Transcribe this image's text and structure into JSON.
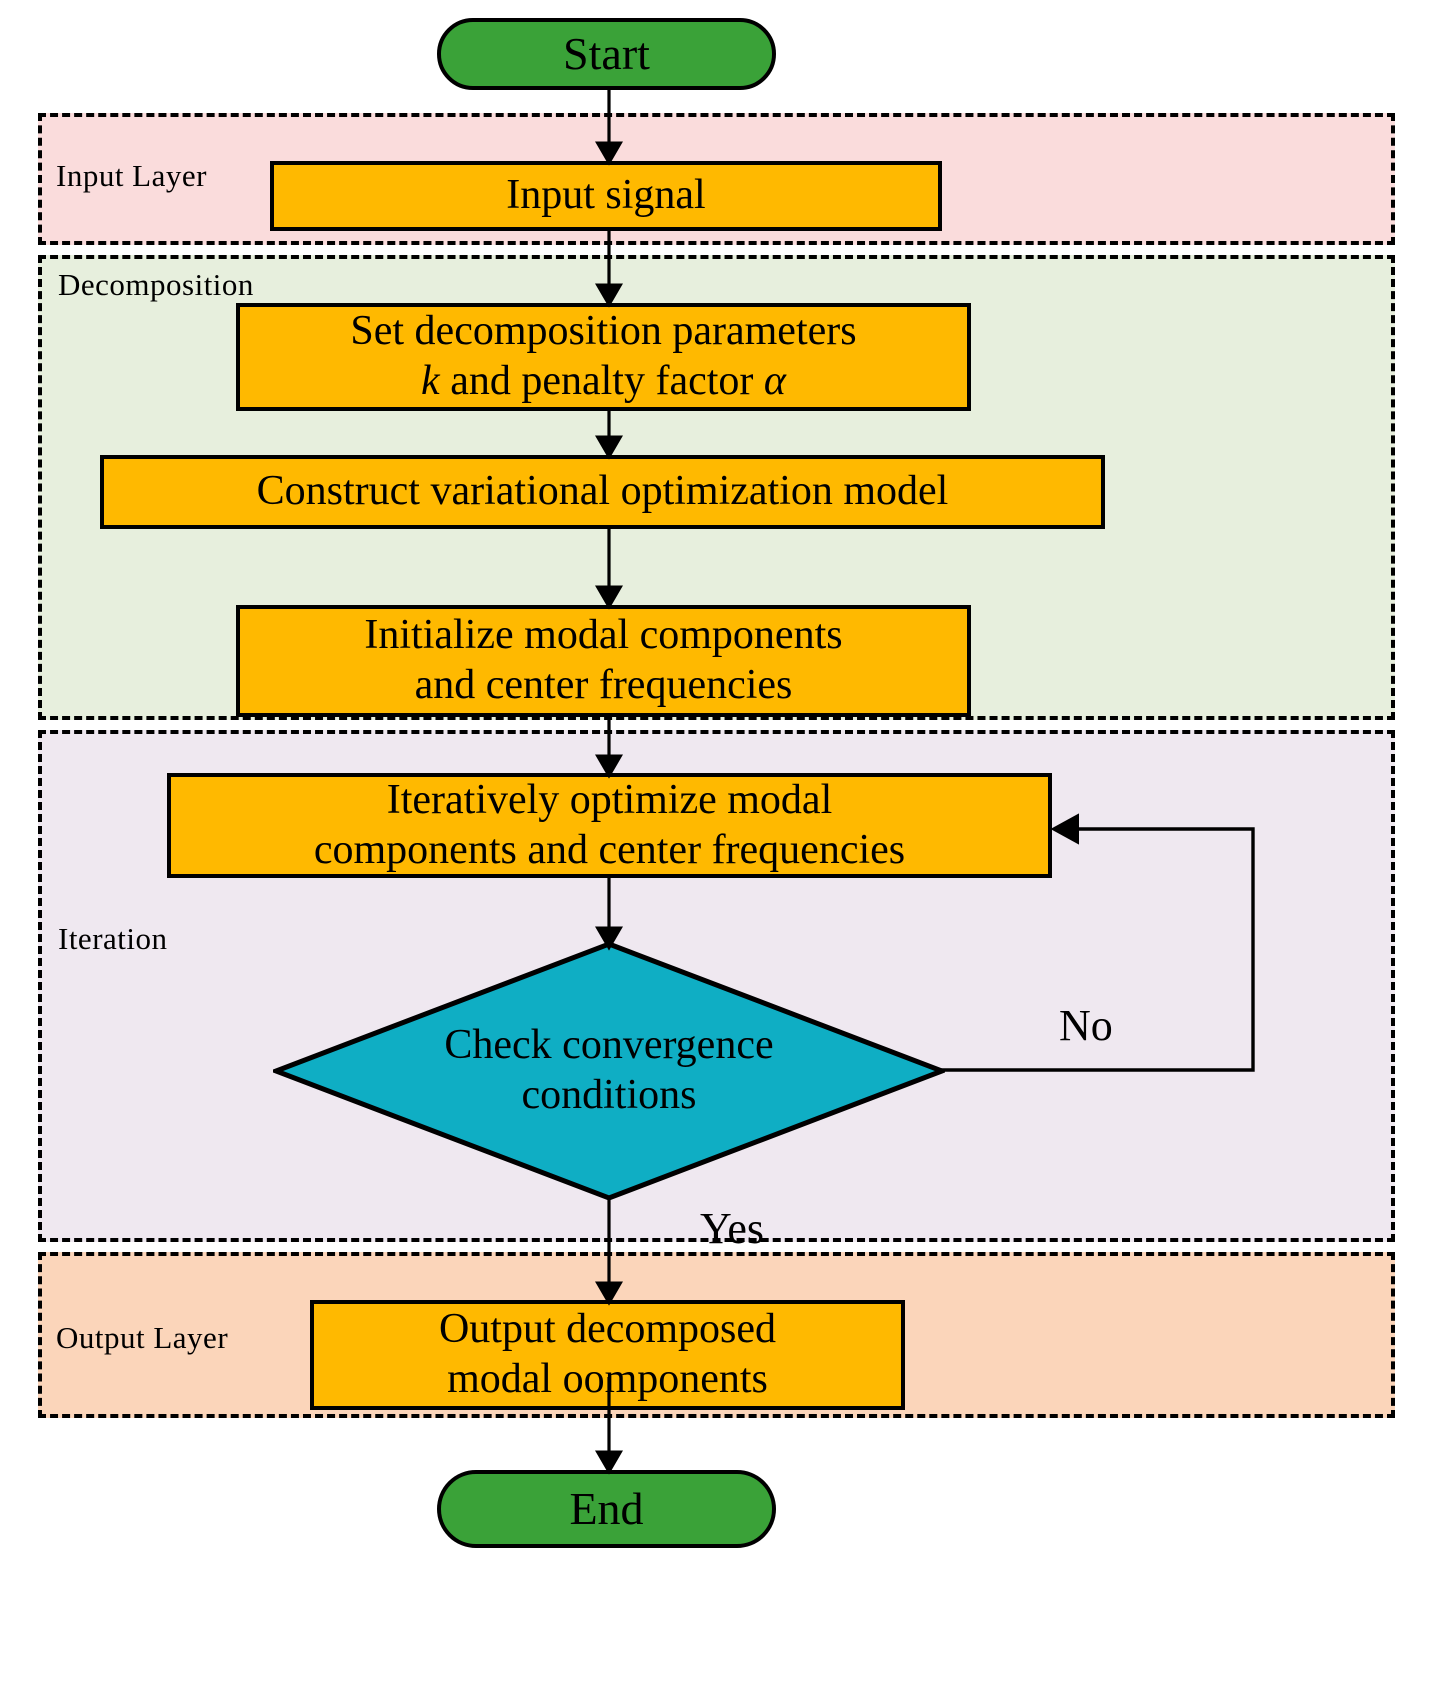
{
  "diagram": {
    "title": "Variational Mode Decomposition flowchart",
    "type": "flowchart",
    "colors": {
      "terminator_fill": "#3aa238",
      "process_fill": "#ffb900",
      "decision_fill": "#0faec4",
      "outline": "#000000",
      "input_region_fill": "#fadcdc",
      "decomposition_region_fill": "#e7efdd",
      "iteration_region_fill": "#efe8f0",
      "output_region_fill": "#fbd5ba"
    }
  },
  "regions": [
    {
      "id": "input",
      "label": "Input Layer"
    },
    {
      "id": "decomposition",
      "label": "Decomposition"
    },
    {
      "id": "iteration",
      "label": "Iteration"
    },
    {
      "id": "output",
      "label": "Output Layer"
    }
  ],
  "nodes": {
    "start": {
      "label": "Start",
      "shape": "terminator"
    },
    "input_signal": {
      "label": "Input signal",
      "shape": "process"
    },
    "set_params": {
      "line1": "Set decomposition parameters",
      "line2_pre": "k",
      "line2_mid": " and penalty factor ",
      "line2_post": "α",
      "shape": "process"
    },
    "construct_model": {
      "label": "Construct variational optimization model",
      "shape": "process"
    },
    "initialize": {
      "line1": "Initialize modal components",
      "line2": "and center frequencies",
      "shape": "process"
    },
    "iterate": {
      "line1": "Iteratively optimize modal",
      "line2": "components and center frequencies",
      "shape": "process"
    },
    "check": {
      "line1": "Check convergence",
      "line2": "conditions",
      "shape": "decision"
    },
    "output_box": {
      "line1": "Output decomposed",
      "line2": "modal oomponents",
      "shape": "process"
    },
    "end": {
      "label": "End",
      "shape": "terminator"
    }
  },
  "edges": {
    "no_label": "No",
    "yes_label": "Yes"
  }
}
